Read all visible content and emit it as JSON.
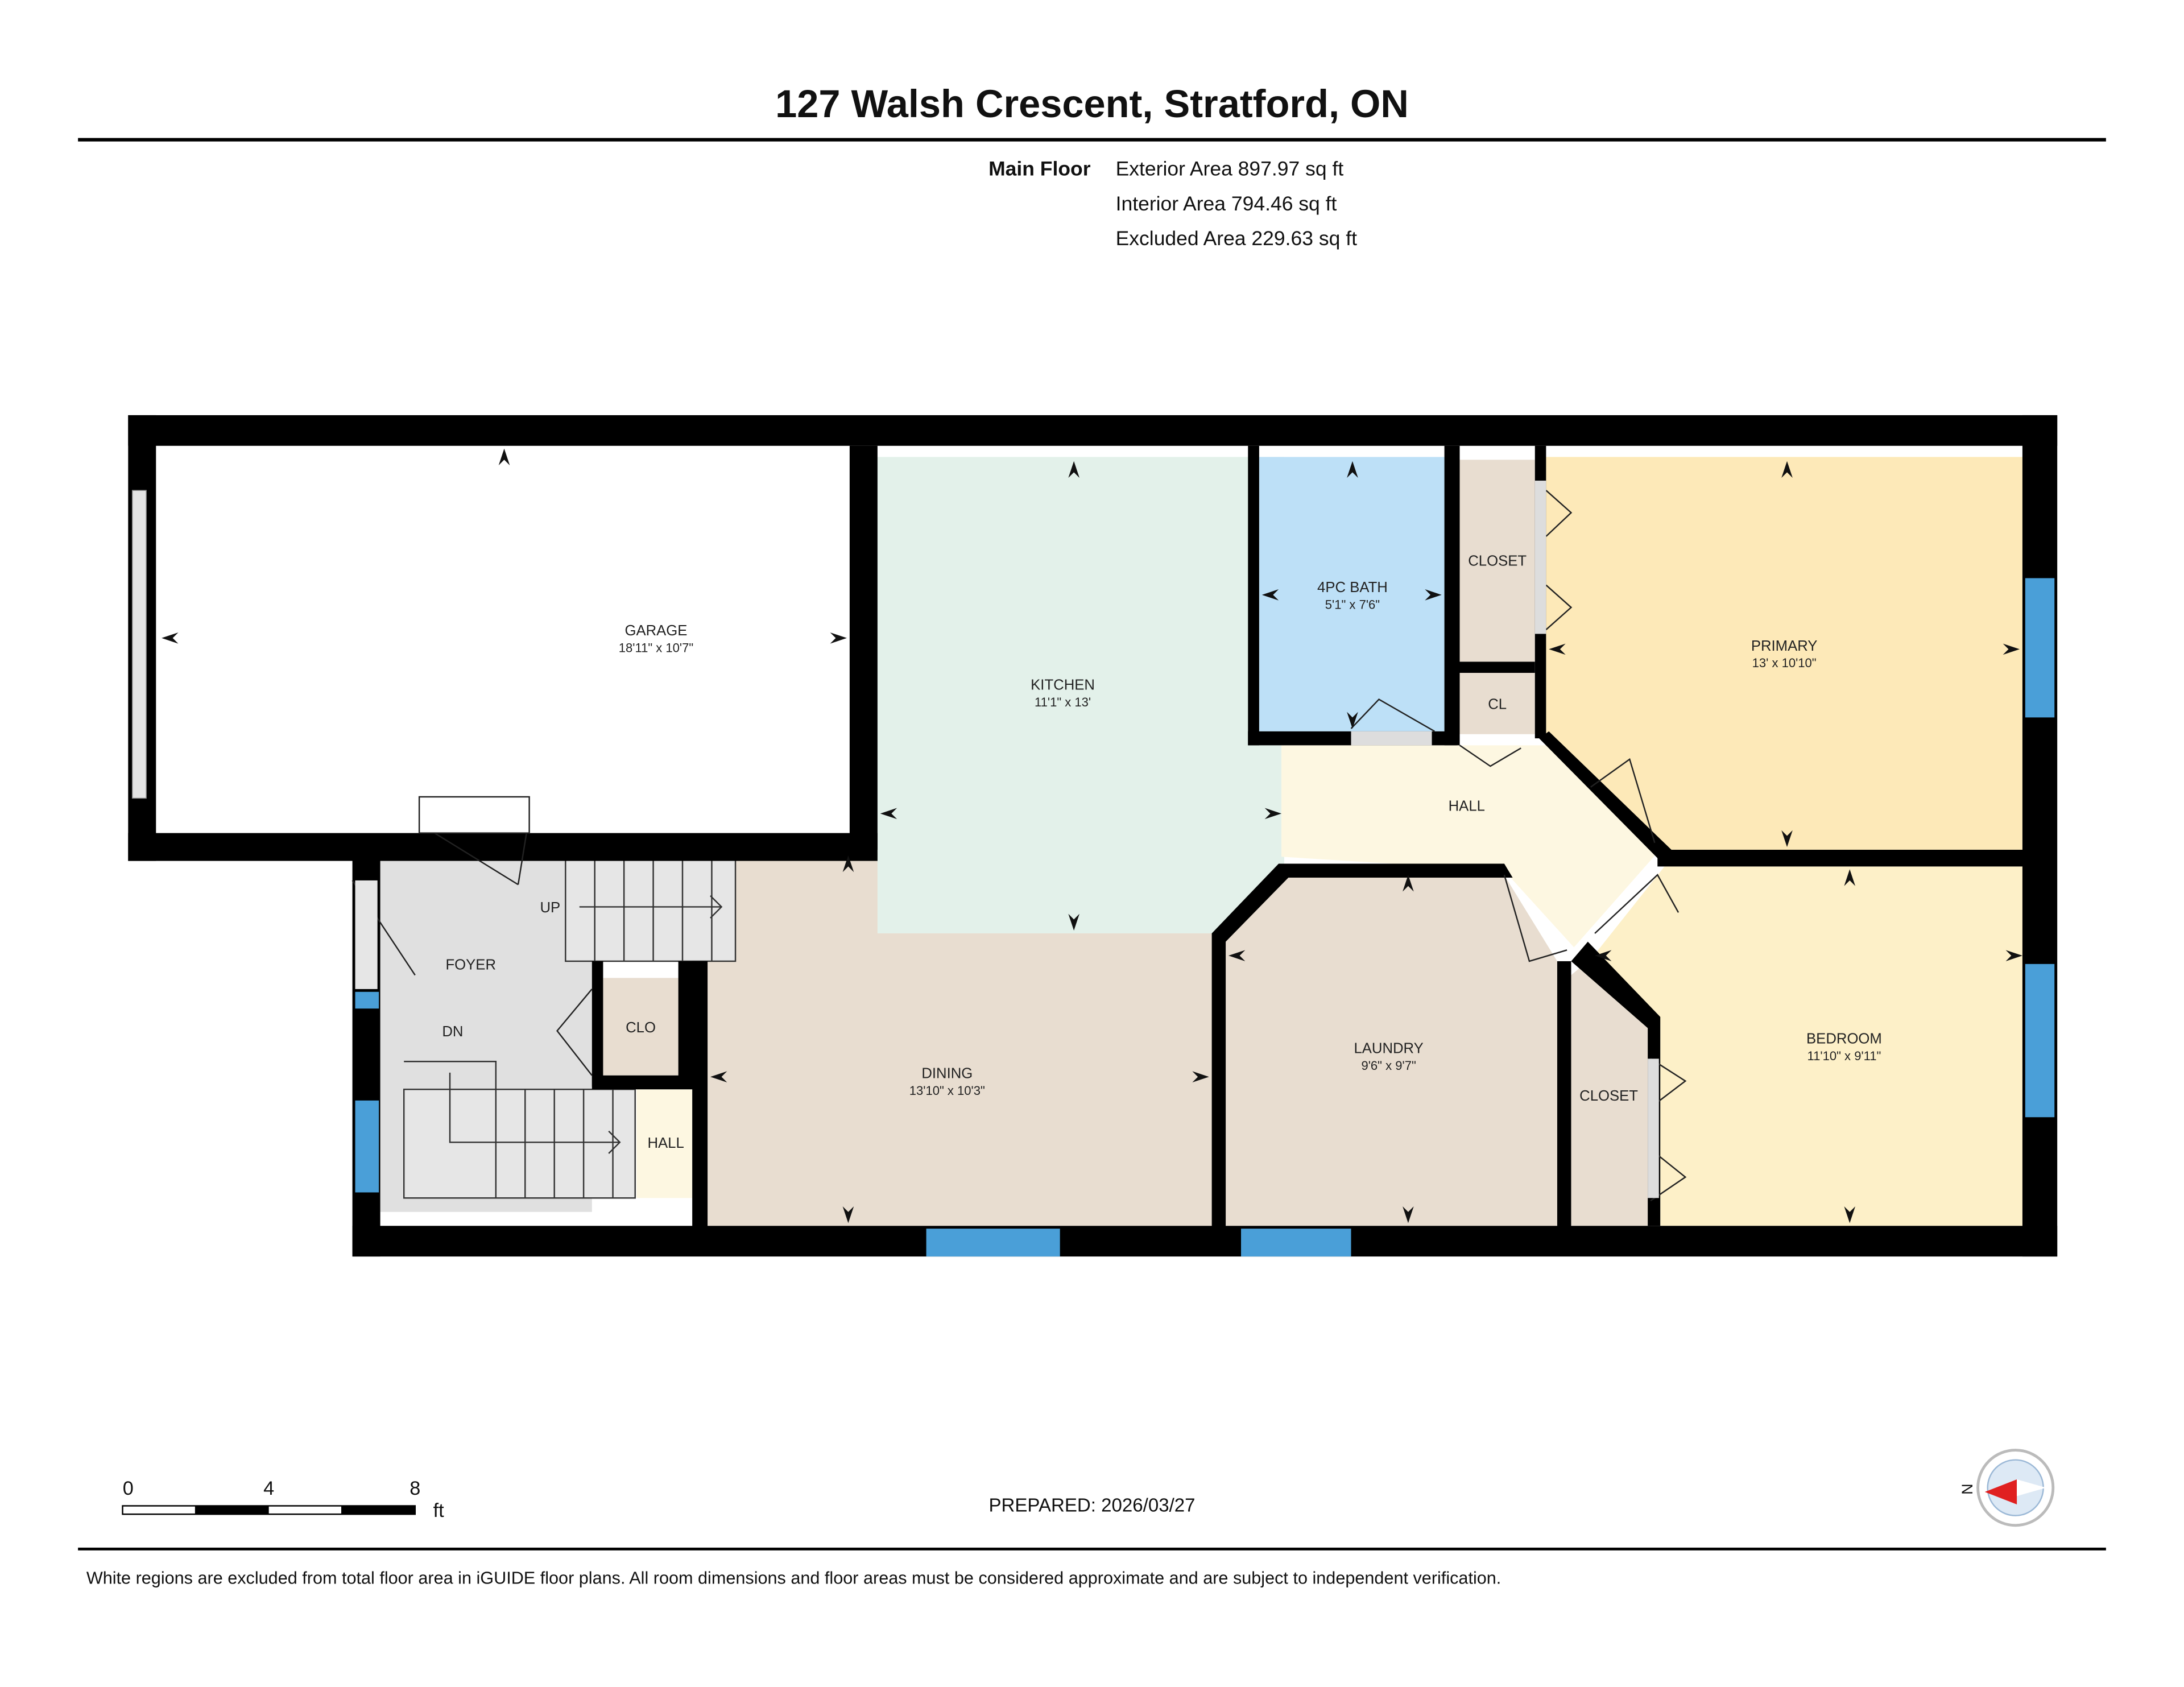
{
  "header": {
    "title": "127 Walsh Crescent, Stratford, ON"
  },
  "summary": {
    "floor": "Main Floor",
    "exterior": "Exterior Area 897.97 sq ft",
    "interior": "Interior Area 794.46 sq ft",
    "excluded": "Excluded Area 229.63 sq ft"
  },
  "rooms": {
    "garage": {
      "name": "GARAGE",
      "dims": "18'11\" x 10'7\""
    },
    "kitchen": {
      "name": "KITCHEN",
      "dims": "11'1\" x 13'"
    },
    "bath": {
      "name": "4PC BATH",
      "dims": "5'1\" x 7'6\""
    },
    "closet_primary": {
      "name": "CLOSET"
    },
    "cl": {
      "name": "CL"
    },
    "primary": {
      "name": "PRIMARY",
      "dims": "13' x 10'10\""
    },
    "hall": {
      "name": "HALL"
    },
    "foyer": {
      "name": "FOYER"
    },
    "up": {
      "name": "UP"
    },
    "dn": {
      "name": "DN"
    },
    "clo": {
      "name": "CLO"
    },
    "hall_small": {
      "name": "HALL"
    },
    "dining": {
      "name": "DINING",
      "dims": "13'10\" x 10'3\""
    },
    "laundry": {
      "name": "LAUNDRY",
      "dims": "9'6\" x 9'7\""
    },
    "closet_bedroom": {
      "name": "CLOSET"
    },
    "bedroom": {
      "name": "BEDROOM",
      "dims": "11'10\" x 9'11\""
    }
  },
  "scale": {
    "t0": "0",
    "t4": "4",
    "t8": "8",
    "unit": "ft"
  },
  "prepared": "PREPARED: 2026/03/27",
  "compass": {
    "label": "N",
    "icon": "compass-icon",
    "needle_color": "#e02020"
  },
  "footer": {
    "disclaimer": "White regions are excluded from total floor area in iGUIDE floor plans. All room dimensions and floor areas must be considered approximate and are subject to independent verification."
  },
  "colors": {
    "kitchen": "#e3f1ea",
    "bath": "#bde0f7",
    "primary": "#fde9b8",
    "bedroom": "#fdf0c8",
    "hall": "#fdf7e1",
    "beige": "#e8ddd0",
    "foyer": "#e0e0e0",
    "window": "#4a9fd8",
    "wall": "#000000"
  }
}
